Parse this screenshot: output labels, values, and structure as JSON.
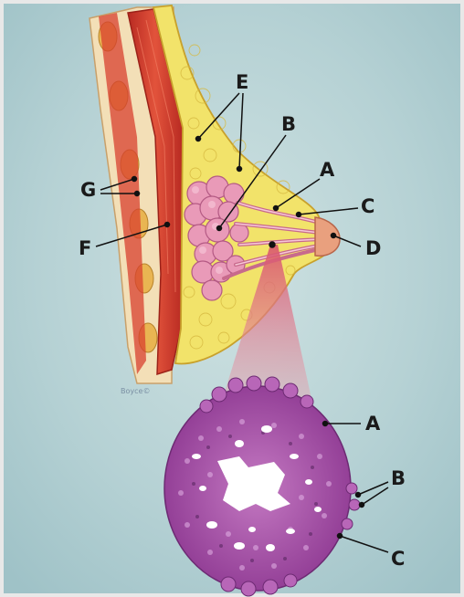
{
  "labels": {
    "E": "E",
    "B": "B",
    "A": "A",
    "C": "C",
    "D": "D",
    "G": "G",
    "F": "F",
    "A2": "A",
    "B2": "B",
    "C2": "C"
  },
  "credit": "Boyce©",
  "colors": {
    "background": "#b7d3d6",
    "muscle": "#d8402f",
    "fat": "#f2e36a",
    "lobules": "#e99ab8",
    "tissue": "#9a3d9a"
  }
}
